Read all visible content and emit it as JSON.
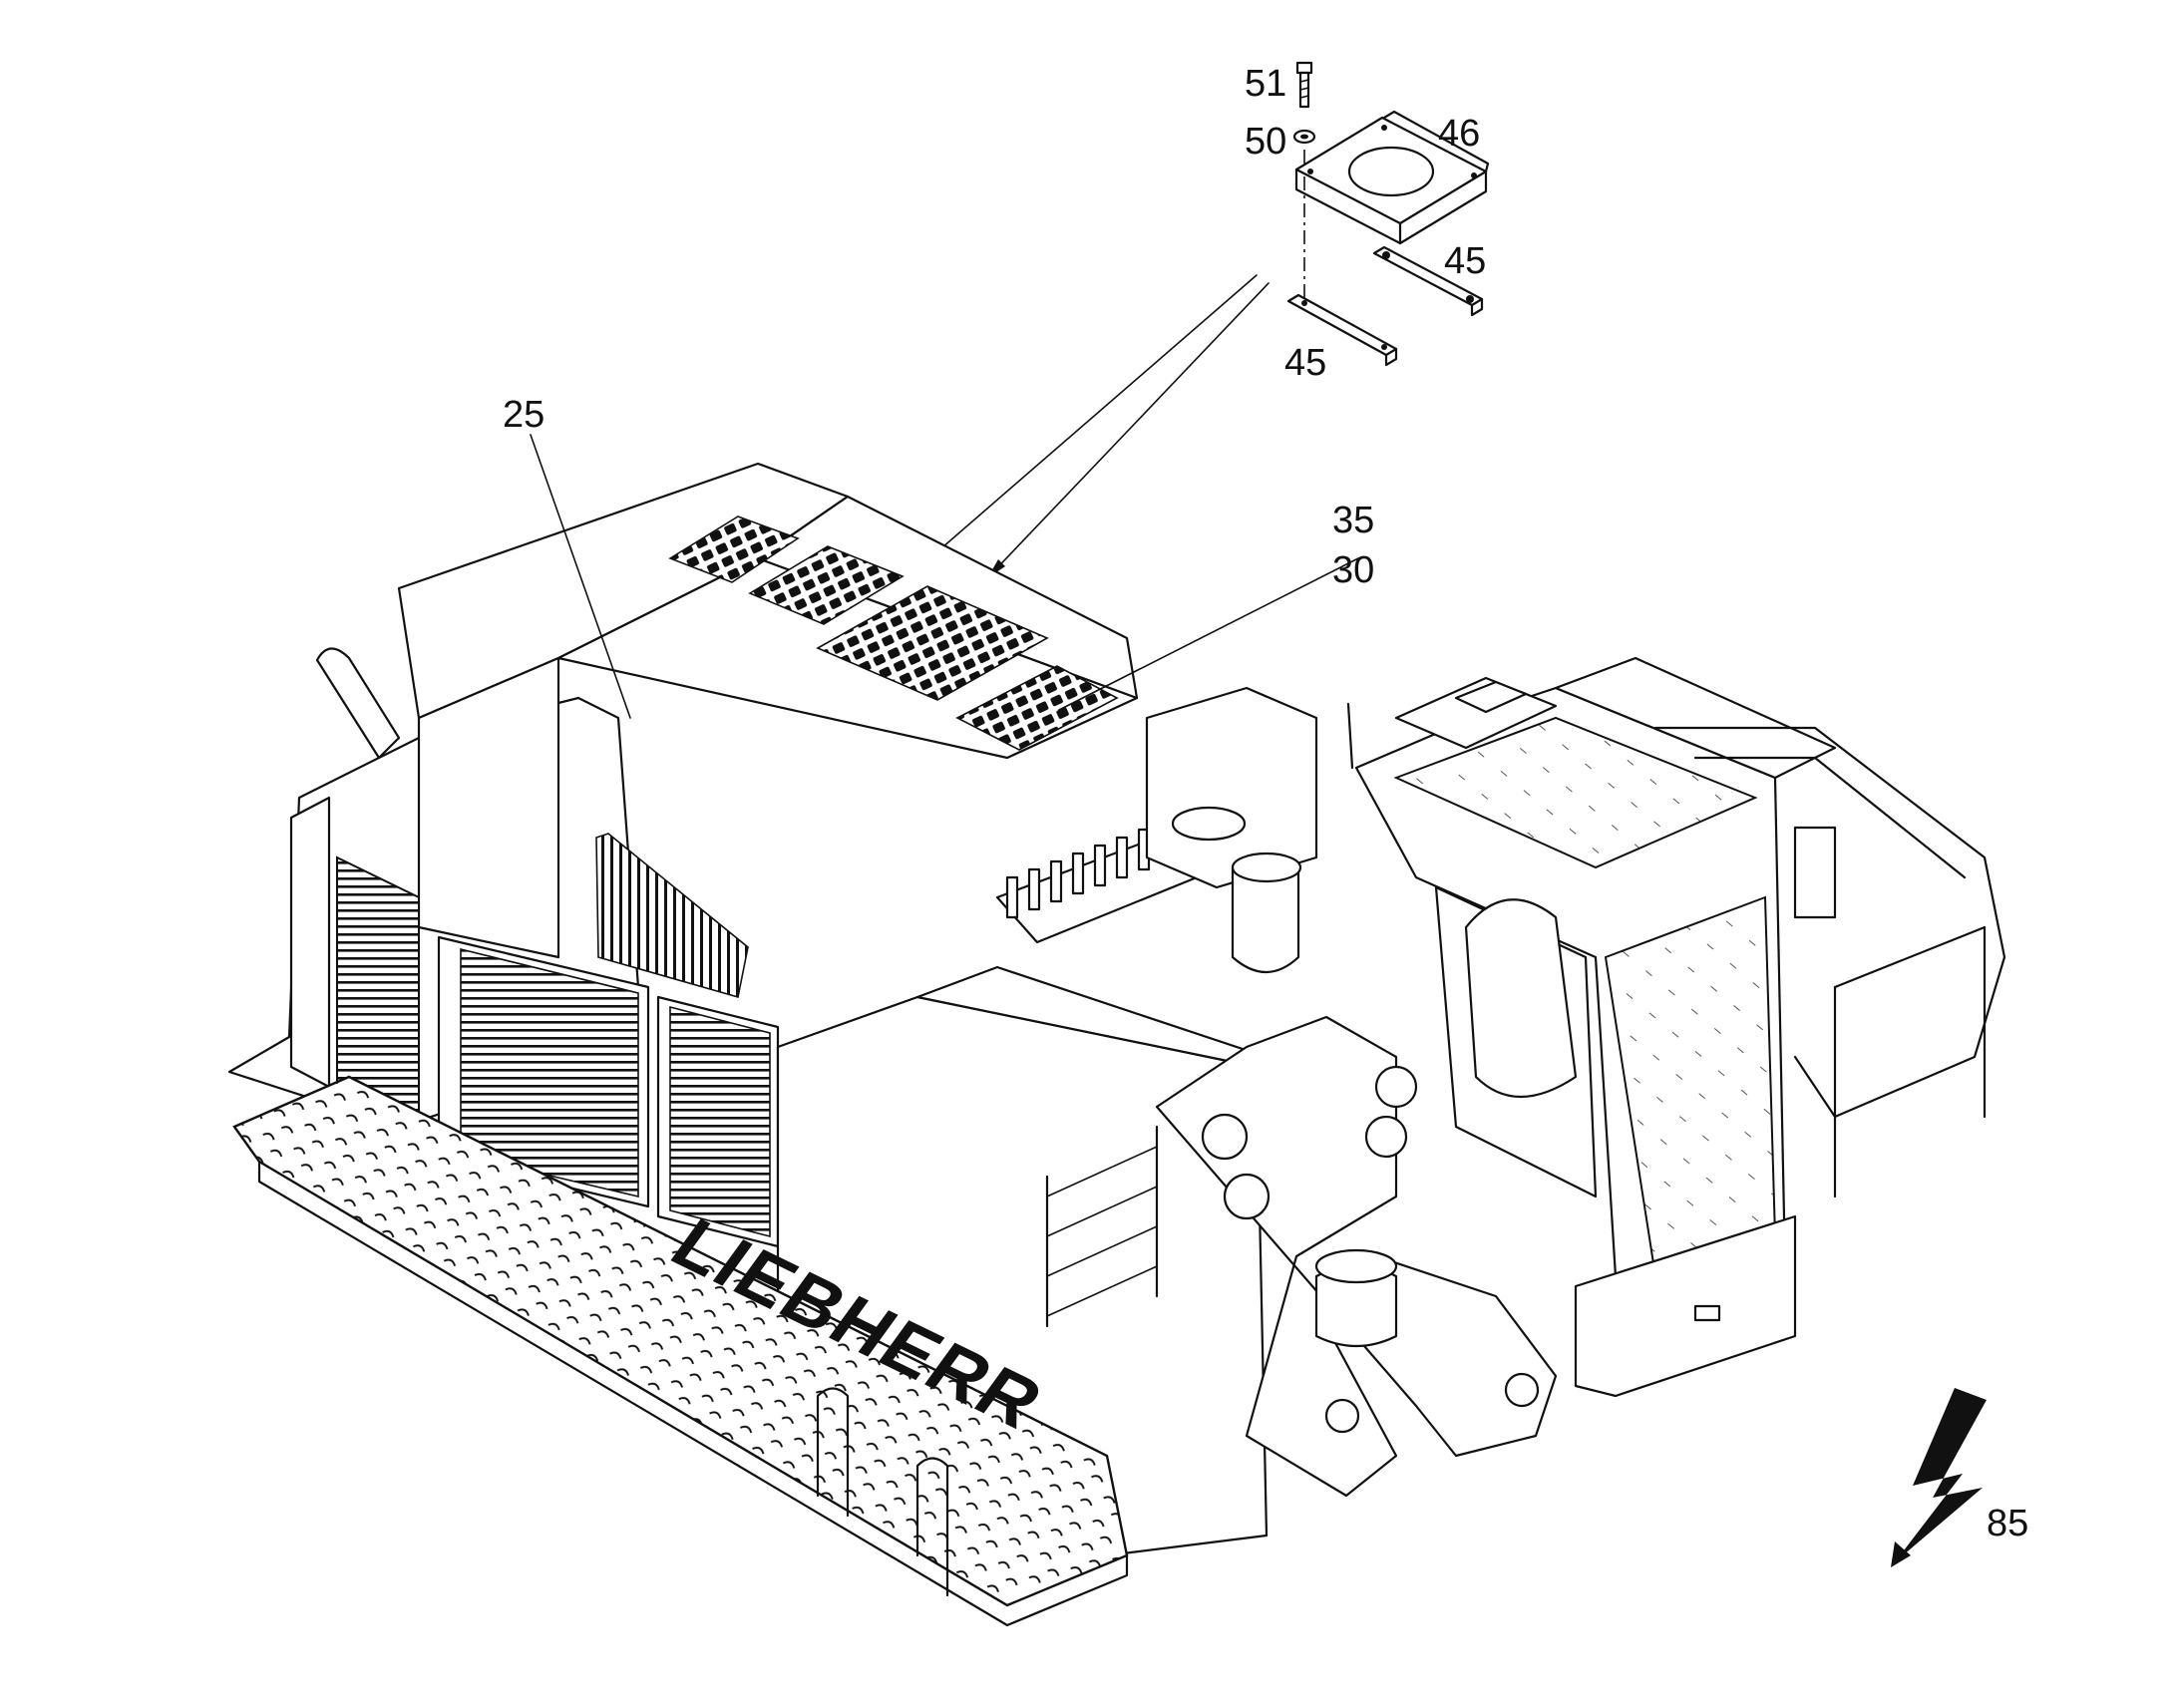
{
  "labels": {
    "part_51": "51",
    "part_50": "50",
    "part_46": "46",
    "part_45_upper": "45",
    "part_45_lower": "45",
    "part_25": "25",
    "part_35": "35",
    "part_30": "30",
    "brand": "LIEBHERR",
    "electrical_ref": "85"
  },
  "icons": {
    "electrical": "lightning-bolt-icon"
  },
  "colors": {
    "ink": "#111111",
    "paper": "#ffffff"
  }
}
